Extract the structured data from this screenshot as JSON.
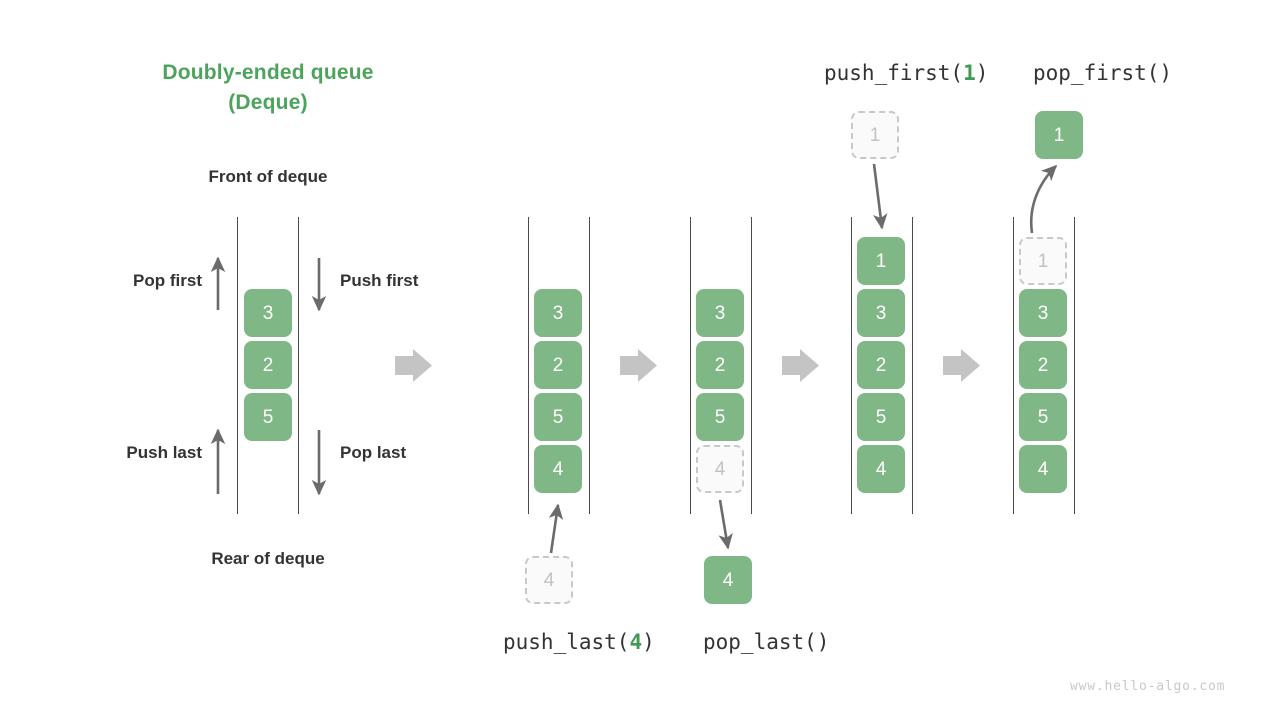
{
  "title": {
    "line1": "Doubly-ended queue",
    "line2": "(Deque)",
    "color": "#4ca45c"
  },
  "labels": {
    "front": "Front of deque",
    "rear": "Rear of deque",
    "pop_first": "Pop first",
    "push_first": "Push first",
    "push_last": "Push last",
    "pop_last": "Pop last"
  },
  "operations": {
    "push_last": {
      "name": "push_last(",
      "arg": "4",
      "close": ")"
    },
    "pop_last": {
      "name": "pop_last()",
      "arg": "",
      "close": ""
    },
    "push_first": {
      "name": "push_first(",
      "arg": "1",
      "close": ")"
    },
    "pop_first": {
      "name": "pop_first()",
      "arg": "",
      "close": ""
    }
  },
  "colors": {
    "accent_green": "#80b786",
    "title_green": "#4ca45c",
    "ghost_border": "#c8c8c8",
    "ghost_fill": "#fafafa",
    "ghost_text": "#c2c2c2",
    "arrow_gray": "#6b6b6b",
    "block_arrow_gray": "#c4c4c4",
    "rail_gray": "#4a4a4a",
    "text_dark": "#333333"
  },
  "panels": [
    {
      "id": "panel-initial",
      "cells": [
        {
          "value": "3",
          "state": "filled"
        },
        {
          "value": "2",
          "state": "filled"
        },
        {
          "value": "5",
          "state": "filled"
        }
      ]
    },
    {
      "id": "panel-after-push-last",
      "cells": [
        {
          "value": "3",
          "state": "filled"
        },
        {
          "value": "2",
          "state": "filled"
        },
        {
          "value": "5",
          "state": "filled"
        },
        {
          "value": "4",
          "state": "filled"
        }
      ]
    },
    {
      "id": "panel-before-pop-last",
      "cells": [
        {
          "value": "3",
          "state": "filled"
        },
        {
          "value": "2",
          "state": "filled"
        },
        {
          "value": "5",
          "state": "filled"
        },
        {
          "value": "4",
          "state": "ghost"
        }
      ]
    },
    {
      "id": "panel-after-push-first",
      "cells": [
        {
          "value": "1",
          "state": "filled"
        },
        {
          "value": "3",
          "state": "filled"
        },
        {
          "value": "2",
          "state": "filled"
        },
        {
          "value": "5",
          "state": "filled"
        },
        {
          "value": "4",
          "state": "filled"
        }
      ]
    },
    {
      "id": "panel-before-pop-first",
      "cells": [
        {
          "value": "1",
          "state": "ghost"
        },
        {
          "value": "3",
          "state": "filled"
        },
        {
          "value": "2",
          "state": "filled"
        },
        {
          "value": "5",
          "state": "filled"
        },
        {
          "value": "4",
          "state": "filled"
        }
      ]
    }
  ],
  "floating_cells": {
    "push_last_source": {
      "value": "4",
      "state": "ghost"
    },
    "pop_last_result": {
      "value": "4",
      "state": "filled"
    },
    "push_first_source": {
      "value": "1",
      "state": "ghost"
    },
    "pop_first_result": {
      "value": "1",
      "state": "filled"
    }
  },
  "watermark": "www.hello-algo.com"
}
